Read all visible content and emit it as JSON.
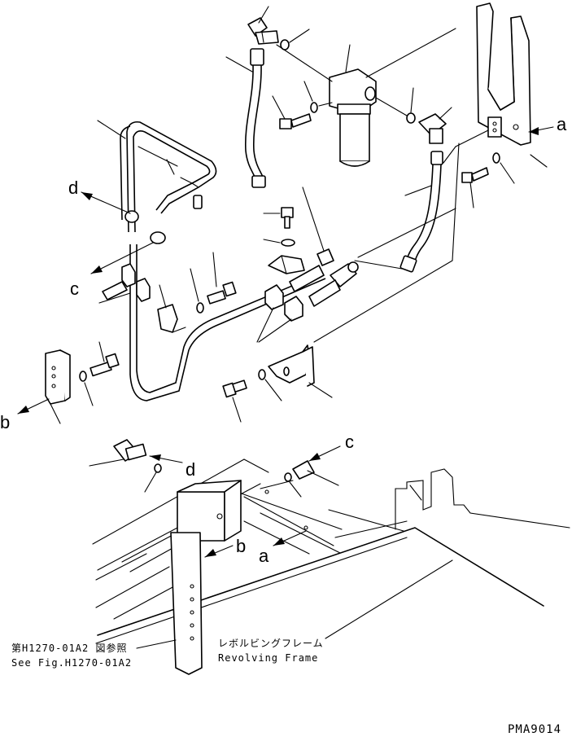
{
  "labels": {
    "a_top": "a",
    "a_frame": "a",
    "b_left": "b",
    "b_frame": "b",
    "c_left": "c",
    "c_frame": "c",
    "d_left": "d",
    "d_frame": "d"
  },
  "references": {
    "see_fig_jp": "第H1270-01A2 図参照",
    "see_fig_en": "See Fig.H1270-01A2",
    "revolving_frame_jp": "レボルビングフレーム",
    "revolving_frame_en": "Revolving Frame"
  },
  "drawing_code": "PMA9014"
}
